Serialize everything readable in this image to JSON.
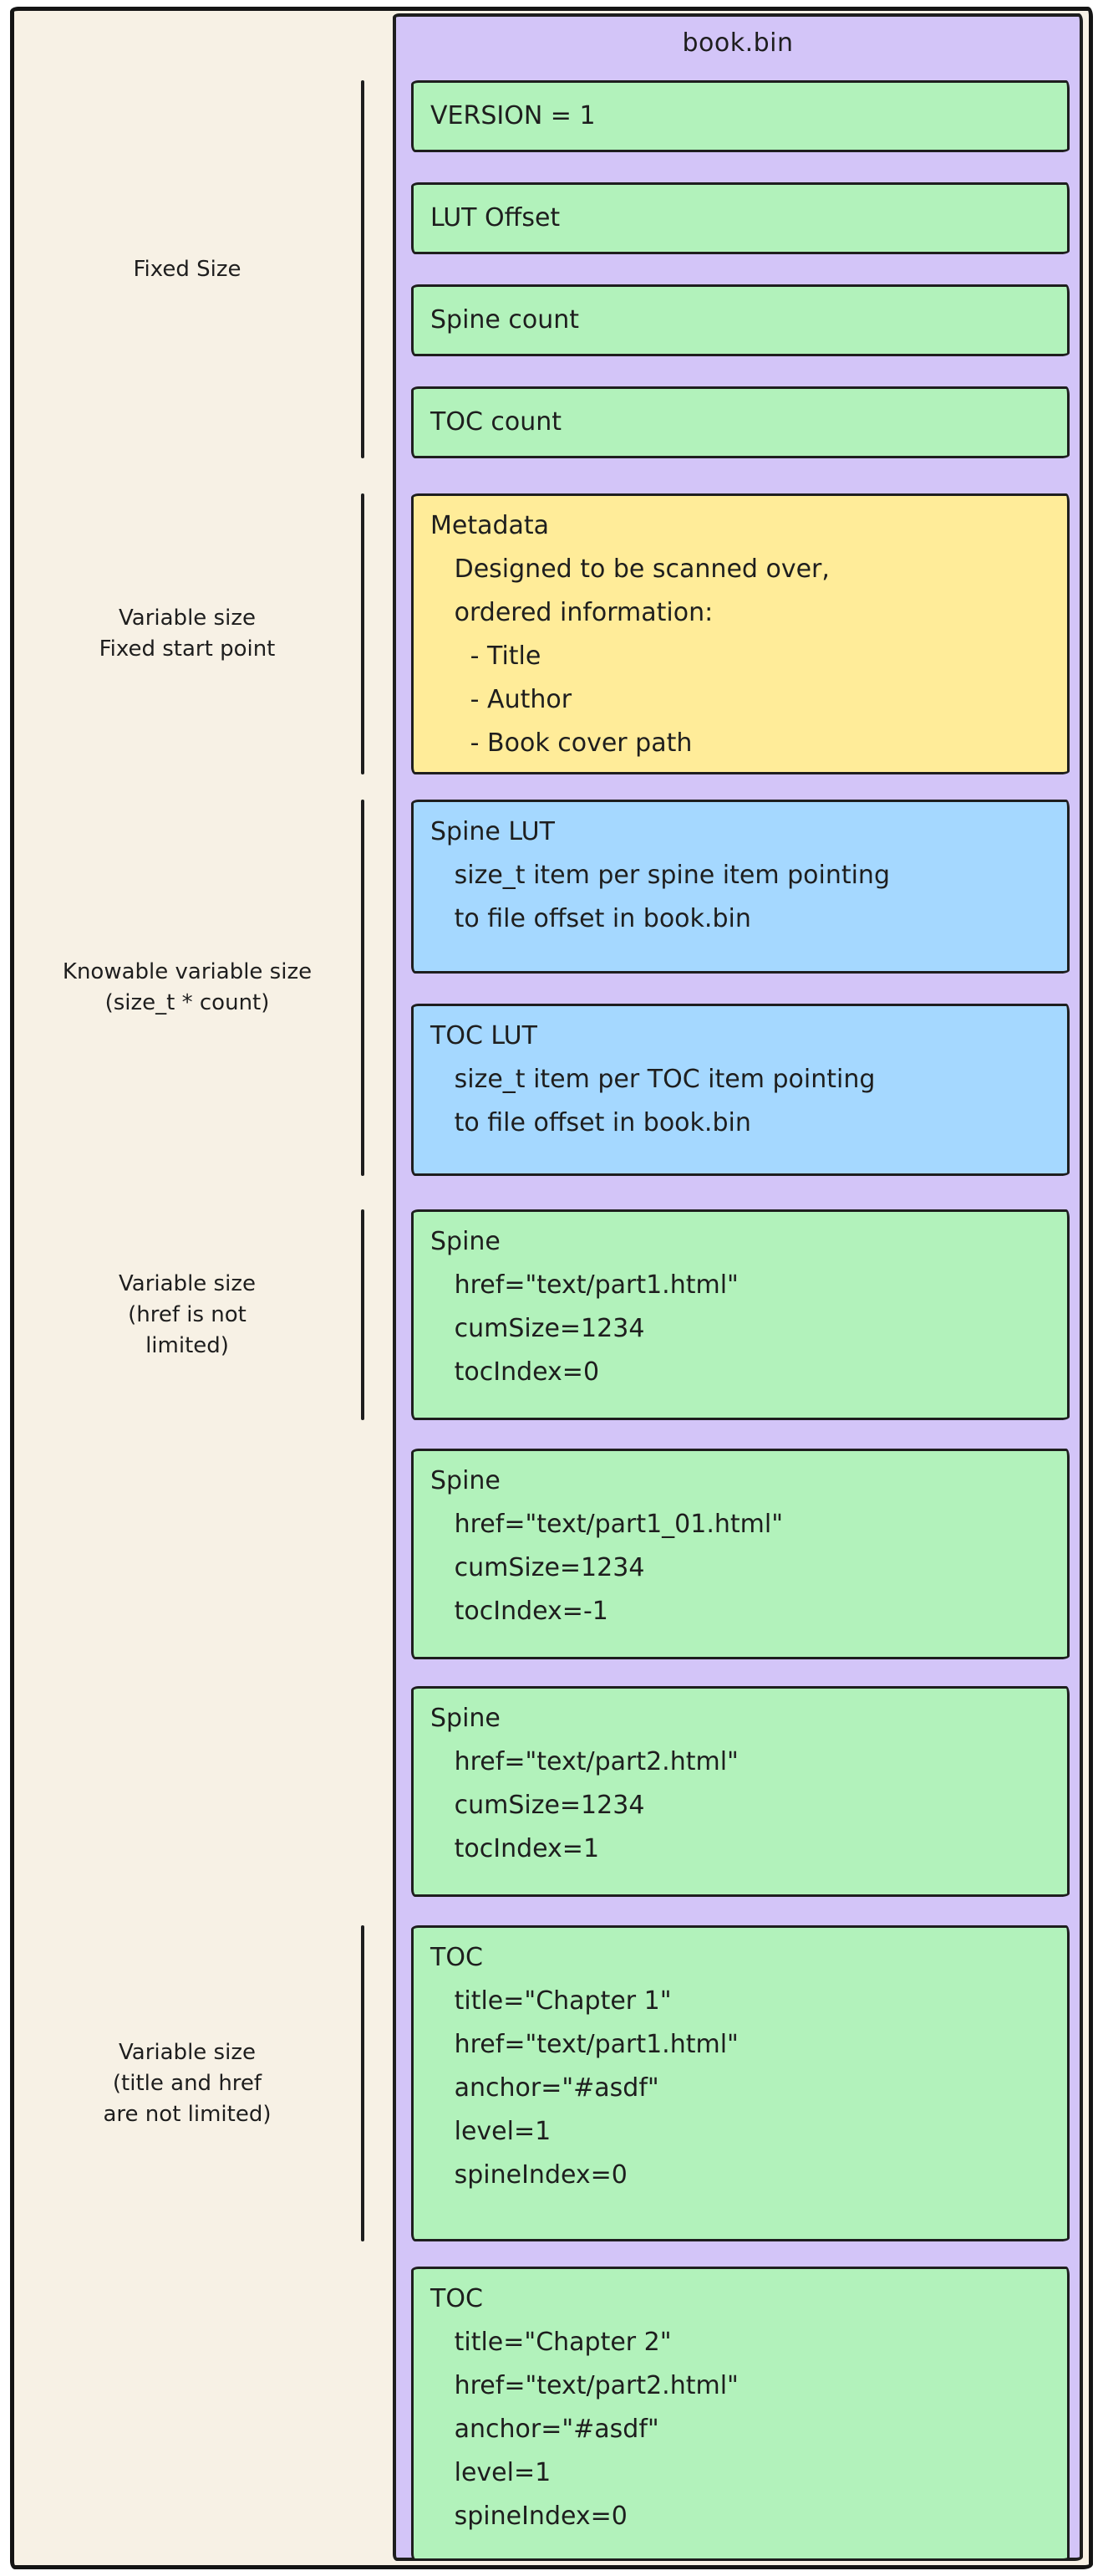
{
  "diagram": {
    "panel_title": "book.bin",
    "colors": {
      "background": "#f7f1e5",
      "panel_purple": "#d3c5f8",
      "block_green": "#b2f2bb",
      "block_yellow": "#ffec99",
      "block_blue": "#a5d8ff",
      "stroke": "#1e1e1e"
    },
    "side_labels": [
      {
        "lines": [
          "Fixed Size"
        ]
      },
      {
        "lines": [
          "Variable size",
          "Fixed start point"
        ]
      },
      {
        "lines": [
          "Knowable variable size",
          "(size_t * count)"
        ]
      },
      {
        "lines": [
          "Variable size",
          "(href is not",
          "limited)"
        ]
      },
      {
        "lines": [
          "Variable size",
          "(title and href",
          "are not limited)"
        ]
      }
    ],
    "blocks": [
      {
        "color": "green",
        "lines": [
          "VERSION = 1"
        ]
      },
      {
        "color": "green",
        "lines": [
          "LUT Offset"
        ]
      },
      {
        "color": "green",
        "lines": [
          "Spine count"
        ]
      },
      {
        "color": "green",
        "lines": [
          "TOC count"
        ]
      },
      {
        "color": "yellow",
        "lines": [
          "Metadata",
          "   Designed to be scanned over,",
          "   ordered information:",
          "     - Title",
          "     - Author",
          "     - Book cover path"
        ]
      },
      {
        "color": "blue",
        "lines": [
          "Spine LUT",
          "   size_t item per spine item pointing",
          "   to file offset in book.bin"
        ]
      },
      {
        "color": "blue",
        "lines": [
          "TOC LUT",
          "   size_t item per TOC item pointing",
          "   to file offset in book.bin"
        ]
      },
      {
        "color": "green",
        "lines": [
          "Spine",
          "   href=\"text/part1.html\"",
          "   cumSize=1234",
          "   tocIndex=0"
        ]
      },
      {
        "color": "green",
        "lines": [
          "Spine",
          "   href=\"text/part1_01.html\"",
          "   cumSize=1234",
          "   tocIndex=-1"
        ]
      },
      {
        "color": "green",
        "lines": [
          "Spine",
          "   href=\"text/part2.html\"",
          "   cumSize=1234",
          "   tocIndex=1"
        ]
      },
      {
        "color": "green",
        "lines": [
          "TOC",
          "   title=\"Chapter 1\"",
          "   href=\"text/part1.html\"",
          "   anchor=\"#asdf\"",
          "   level=1",
          "   spineIndex=0"
        ]
      },
      {
        "color": "green",
        "lines": [
          "TOC",
          "   title=\"Chapter 2\"",
          "   href=\"text/part2.html\"",
          "   anchor=\"#asdf\"",
          "   level=1",
          "   spineIndex=0"
        ]
      }
    ]
  }
}
